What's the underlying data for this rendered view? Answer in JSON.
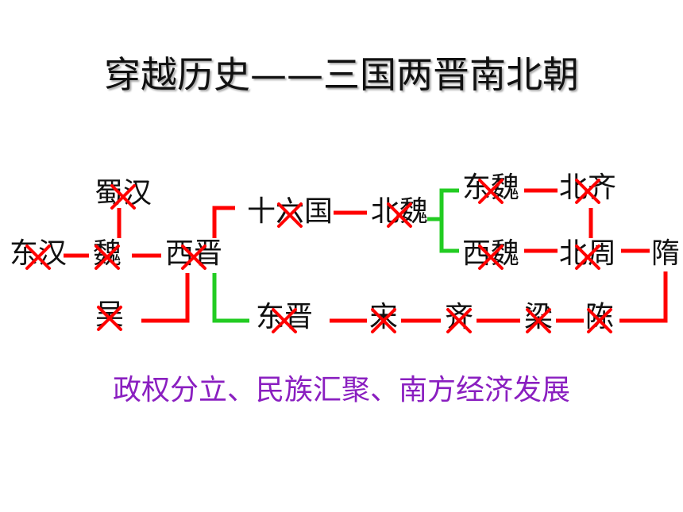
{
  "title": "穿越历史——三国两晋南北朝",
  "summary": "政权分立、民族汇聚、南方经济发展",
  "colors": {
    "main_line": "#ff0000",
    "branch_line": "#22cc22",
    "cross": "#ff0000",
    "summary_text": "#8a1fc0"
  },
  "dynasties": [
    {
      "id": "donghan",
      "label": "东汉"
    },
    {
      "id": "shuhan",
      "label": "蜀汉"
    },
    {
      "id": "wei",
      "label": "魏"
    },
    {
      "id": "wu",
      "label": "吴"
    },
    {
      "id": "xijin",
      "label": "西晋"
    },
    {
      "id": "shiliuguo",
      "label": "十六国"
    },
    {
      "id": "beiwei",
      "label": "北魏"
    },
    {
      "id": "dongwei",
      "label": "东魏"
    },
    {
      "id": "xiwei",
      "label": "西魏"
    },
    {
      "id": "beiqi",
      "label": "北齐"
    },
    {
      "id": "beizhou",
      "label": "北周"
    },
    {
      "id": "sui",
      "label": "隋"
    },
    {
      "id": "dongjin",
      "label": "东晋"
    },
    {
      "id": "song",
      "label": "宋"
    },
    {
      "id": "qi",
      "label": "齐"
    },
    {
      "id": "liang",
      "label": "梁"
    },
    {
      "id": "chen",
      "label": "陈"
    }
  ],
  "crossed_out": [
    "donghan",
    "shuhan",
    "wei",
    "wu",
    "xijin",
    "shiliuguo",
    "beiwei",
    "dongwei",
    "xiwei",
    "beiqi",
    "beizhou",
    "dongjin",
    "song",
    "qi",
    "liang",
    "chen"
  ]
}
